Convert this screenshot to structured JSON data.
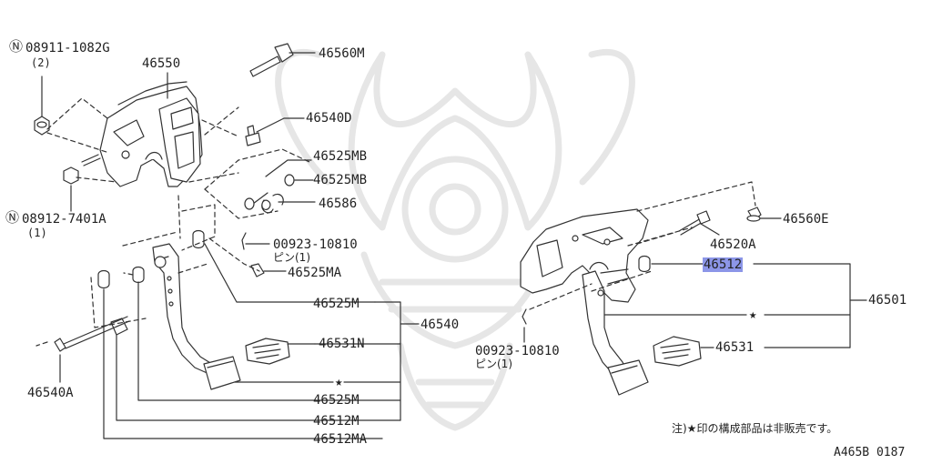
{
  "page": {
    "bg": "#ffffff",
    "ink": "#222222",
    "highlight": "#8c96e8",
    "watermark": "#e6e6e6"
  },
  "watermark": {
    "icon": "samurai-helmet-crest-watermark"
  },
  "labels": {
    "p08911": "08911-1082G",
    "p08911_qty": "(2)",
    "p08912": "08912-7401A",
    "p08912_qty": "(1)",
    "p46550": "46550",
    "p46560M": "46560M",
    "p46540D": "46540D",
    "p46525MB_1": "46525MB",
    "p46525MB_2": "46525MB",
    "p46586": "46586",
    "p00923_a": "00923-10810",
    "pin_a": "ピン(1)",
    "p46525MA": "46525MA",
    "p46525M_1": "46525M",
    "p46540": "46540",
    "p46531N": "46531N",
    "p46525M_2": "46525M",
    "p46512M": "46512M",
    "p46512MA": "46512MA",
    "p46540A": "46540A",
    "p46560E": "46560E",
    "p46520A": "46520A",
    "p46512": "46512",
    "p46501": "46501",
    "p00923_b": "00923-10810",
    "pin_b": "ピン(1)",
    "p46531": "46531"
  },
  "symbols": {
    "n_mark": "Ⓝ",
    "star": "★"
  },
  "note": "注)★印の構成部品は非販売です。",
  "figure_code": "A465B 0187"
}
